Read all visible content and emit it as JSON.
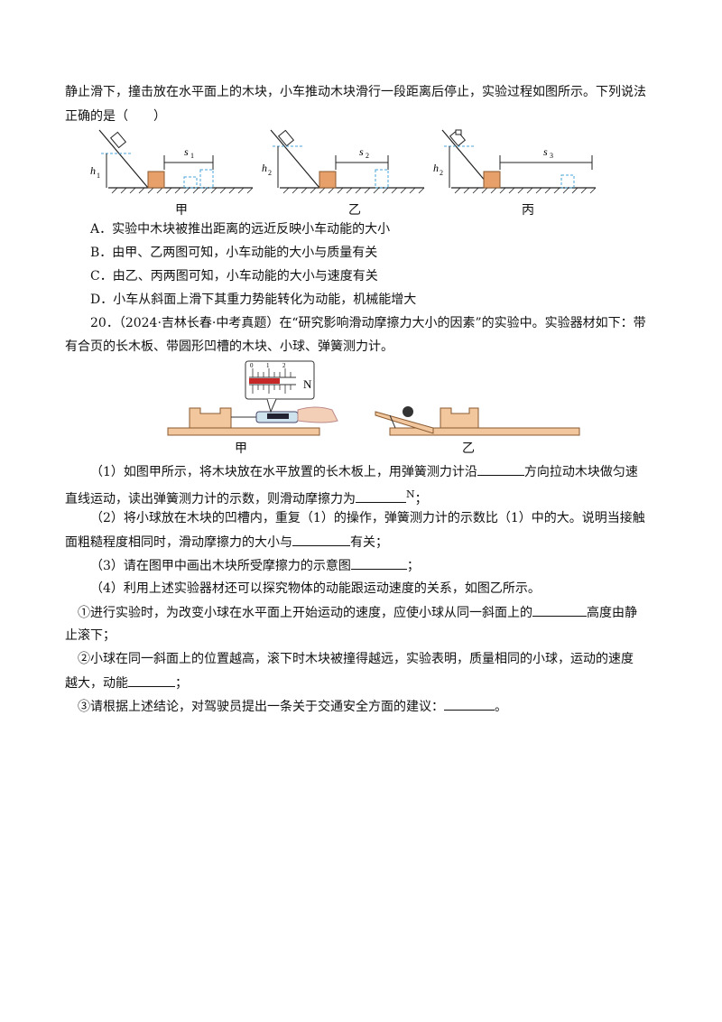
{
  "q19": {
    "intro_line1": "静止滑下，撞击放在水平面上的木块，小车推动木块滑行一段距离后停止，实验过程如图所示。下列说法",
    "intro_line2": "正确的是（　　）",
    "figure": {
      "panels": [
        {
          "caption": "甲",
          "h_label": "h",
          "h_sub": "1",
          "s_label": "s",
          "s_sub": "1"
        },
        {
          "caption": "乙",
          "h_label": "h",
          "h_sub": "2",
          "s_label": "s",
          "s_sub": "2"
        },
        {
          "caption": "丙",
          "h_label": "h",
          "h_sub": "2",
          "s_label": "s",
          "s_sub": "3"
        }
      ]
    },
    "options": [
      "A．实验中木块被推出距离的远近反映小车动能的大小",
      "B．由甲、乙两图可知，小车动能的大小与质量有关",
      "C．由乙、丙两图可知，小车动能的大小与速度有关",
      "D．小车从斜面上滑下其重力势能转化为动能，机械能增大"
    ]
  },
  "q20": {
    "header_line1": "20．（2024·吉林长春·中考真题）在“研究影响滑动摩擦力大小的因素”的实验中。实验器材如下：带",
    "header_line2": "有合页的长木板、带圆形凹槽的木块、小球、弹簧测力计。",
    "figure": {
      "left_caption": "甲",
      "right_caption": "乙",
      "gauge_unit": "N",
      "gauge_ticks": [
        "0",
        "1",
        "2"
      ]
    },
    "part1_a": "（1）如图甲所示，将木块放在水平放置的长木板上，用弹簧测力计沿",
    "part1_b": "方向拉动木块做匀速",
    "part1_c": "直线运动，读出弹簧测力计的示数，则滑动摩擦力为",
    "part1_unit": "N",
    "part1_end": "；",
    "part2_a": "（2）将小球放在木块的凹槽内，重复（1）的操作，弹簧测力计的示数比（1）中的大。说明当接触",
    "part2_b": "面粗糙程度相同时，滑动摩擦力的大小与",
    "part2_c": "有关；",
    "part3_a": "（3）请在图甲中画出木块所受摩擦力的示意图",
    "part3_end": "；",
    "part4": "（4）利用上述实验器材还可以探究物体的动能跟运动速度的关系，如图乙所示。",
    "sub1_a": "①进行实验时，为改变小球在水平面上开始运动的速度，应使小球从同一斜面上的",
    "sub1_b": "高度由静",
    "sub1_c": "止滚下；",
    "sub2_a": "②小球在同一斜面上的位置越高，滚下时木块被撞得越远，实验表明，质量相同的小球，运动的速度",
    "sub2_b": "越大，动能",
    "sub2_end": "；",
    "sub3_a": "③请根据上述结论，对驾驶员提出一条关于交通安全方面的建议：",
    "sub3_end": "。"
  }
}
